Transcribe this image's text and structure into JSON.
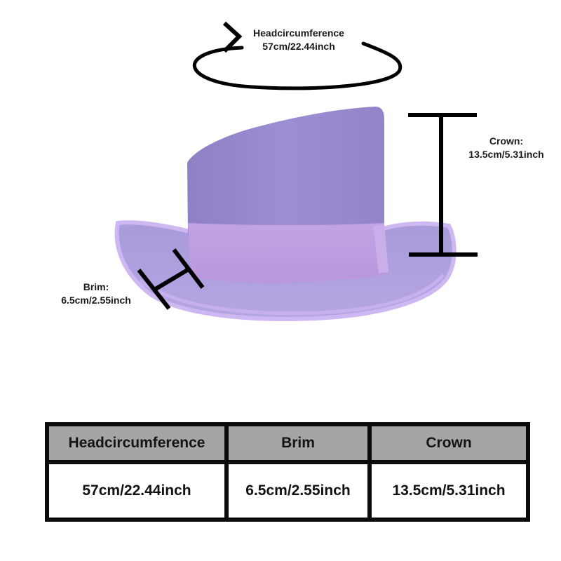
{
  "annotations": {
    "head_circumference": {
      "title": "Headcircumference",
      "value": "57cm/22.44inch"
    },
    "crown": {
      "title": "Crown:",
      "value": "13.5cm/5.31inch"
    },
    "brim": {
      "title": "Brim:",
      "value": "6.5cm/2.55inch"
    }
  },
  "colors": {
    "hat_felt": "#9b8dcf",
    "hat_band": "#c4a6e6",
    "brim_edge": "#c9b3ef",
    "measure_line": "#000000",
    "table_header_bg": "#a6a4a5",
    "table_border": "#0b0b0b"
  },
  "size_table": {
    "headers": [
      "Headcircumference",
      "Brim",
      "Crown"
    ],
    "rows": [
      [
        "57cm/22.44inch",
        "6.5cm/2.55inch",
        "13.5cm/5.31inch"
      ]
    ]
  }
}
